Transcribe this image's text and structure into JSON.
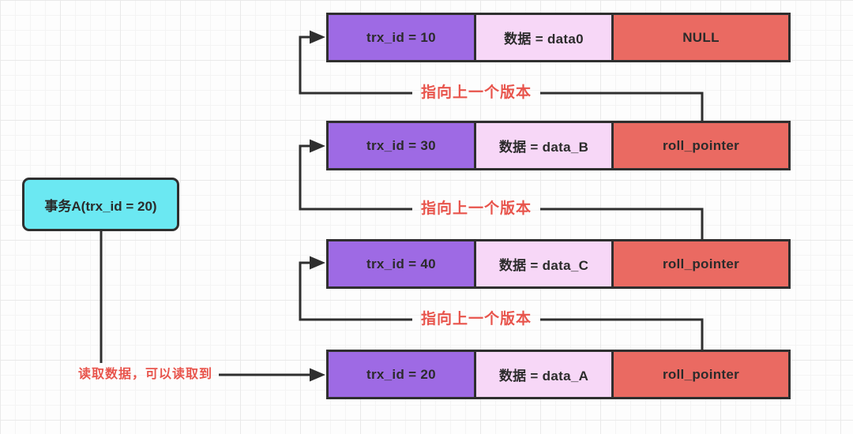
{
  "colors": {
    "line": "#2f2f2f",
    "purple": "#9e6ae4",
    "pink": "#f7d7f7",
    "red": "#ea6a62",
    "cyan": "#6be8f2",
    "labelRed": "#e8544c",
    "cellText": "#2b2b2b"
  },
  "transaction": {
    "label": "事务A(trx_id = 20)"
  },
  "read_arrow": {
    "label": "读取数据，可以读取到"
  },
  "version_chain": {
    "rows": [
      {
        "cells": [
          "trx_id = 10",
          "数据 = data0",
          "NULL"
        ]
      },
      {
        "cells": [
          "trx_id = 30",
          "数据 = data_B",
          "roll_pointer"
        ]
      },
      {
        "cells": [
          "trx_id = 40",
          "数据 = data_C",
          "roll_pointer"
        ]
      },
      {
        "cells": [
          "trx_id = 20",
          "数据 = data_A",
          "roll_pointer"
        ]
      }
    ]
  },
  "pointer_labels": [
    {
      "text": "指向上一个版本"
    },
    {
      "text": "指向上一个版本"
    },
    {
      "text": "指向上一个版本"
    }
  ]
}
